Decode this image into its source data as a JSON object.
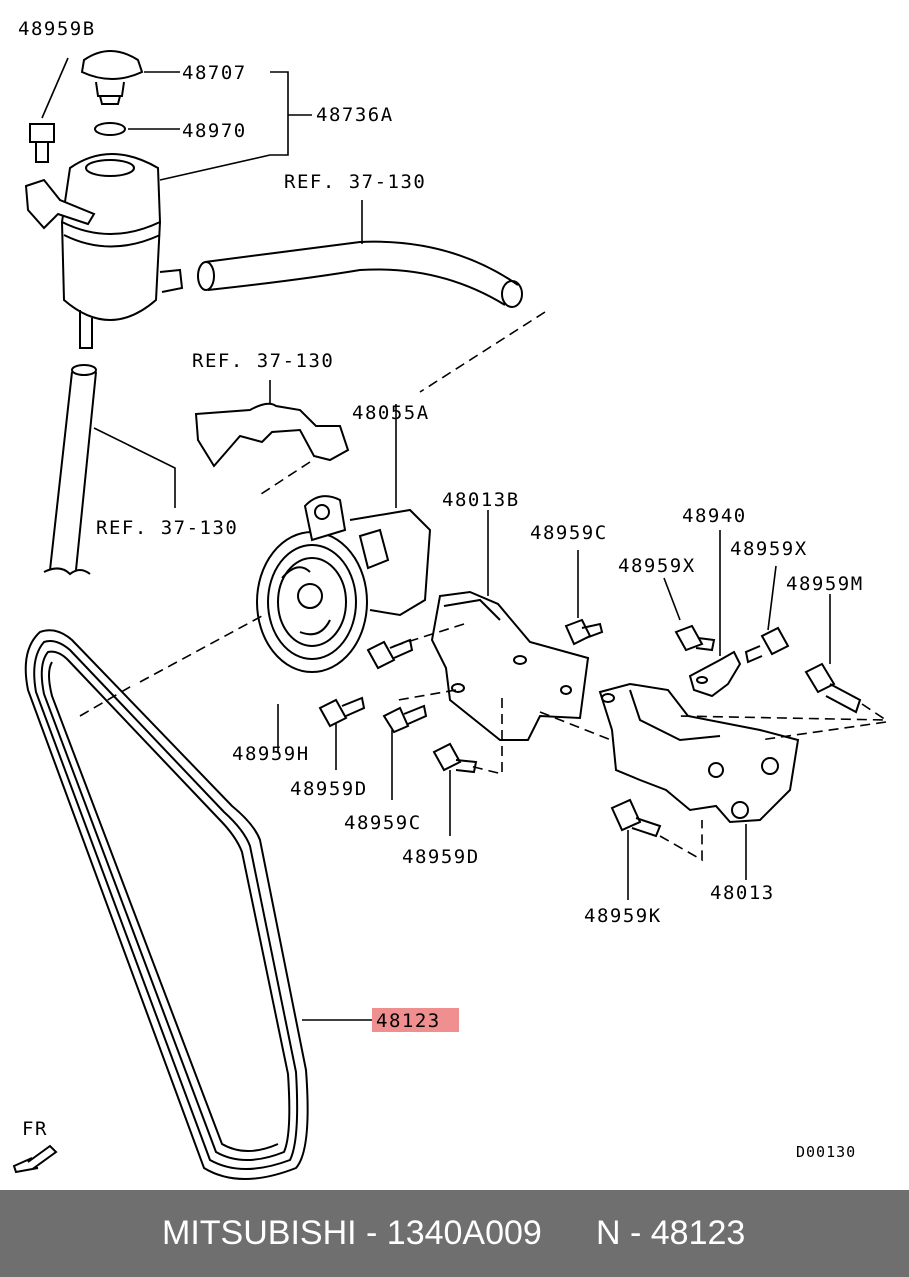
{
  "labels": {
    "p48959B": "48959B",
    "p48707": "48707",
    "p48736A": "48736A",
    "p48970": "48970",
    "ref1": "REF. 37-130",
    "ref2": "REF. 37-130",
    "ref3": "REF. 37-130",
    "p48055A": "48055A",
    "p48013B": "48013B",
    "p48959C_top": "48959C",
    "p48940": "48940",
    "p48959X_left": "48959X",
    "p48959X_right": "48959X",
    "p48959M": "48959M",
    "p48959H": "48959H",
    "p48959D_a": "48959D",
    "p48959C_b": "48959C",
    "p48959D_b": "48959D",
    "p48013": "48013",
    "p48959K": "48959K",
    "p48123": "48123",
    "fr": "FR",
    "code": "D00130"
  },
  "footer": {
    "brand_part": "MITSUBISHI - 1340A009",
    "ref_number": "N - 48123"
  },
  "colors": {
    "highlight": "#ef8f8f",
    "footer_bg": "#6f6f6f",
    "footer_text": "#ffffff",
    "line": "#000000"
  }
}
